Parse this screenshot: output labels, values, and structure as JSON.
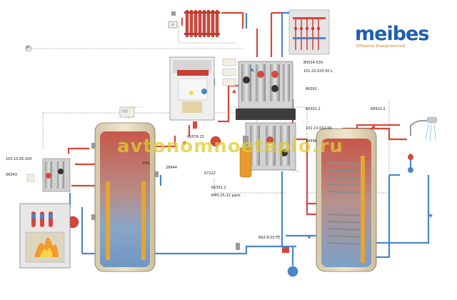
{
  "brand": {
    "name": "meibes",
    "tagline": "Effiziente Energietechnik",
    "color": "#1f5fae"
  },
  "watermark": "avtonomnoeteplo.ru",
  "colors": {
    "hot_pipe": "#d8463a",
    "cold_pipe": "#4a86c8",
    "control_line": "#8a8a8a",
    "tank_body": "#c9c9c9"
  },
  "labels": {
    "top_right_1": "80034.539",
    "top_right_2": "101.20.025.00 L",
    "mid_1": "66391",
    "mid_2": "66301.2",
    "mid_3": "101.10.022.00",
    "mid_4": "14596",
    "right_1": "68910.2",
    "left_1": "103.10.05.000",
    "left_2": "66043",
    "tank_1": "28444",
    "tank_tag": "PSS",
    "center_1": "66576.13",
    "center_2": "67122",
    "center_3": "66391.2",
    "center_4": "EMS-25-12 pack.",
    "bottom_1": "66Z-8.00 FE",
    "symbol_1": "Ⓜ"
  }
}
